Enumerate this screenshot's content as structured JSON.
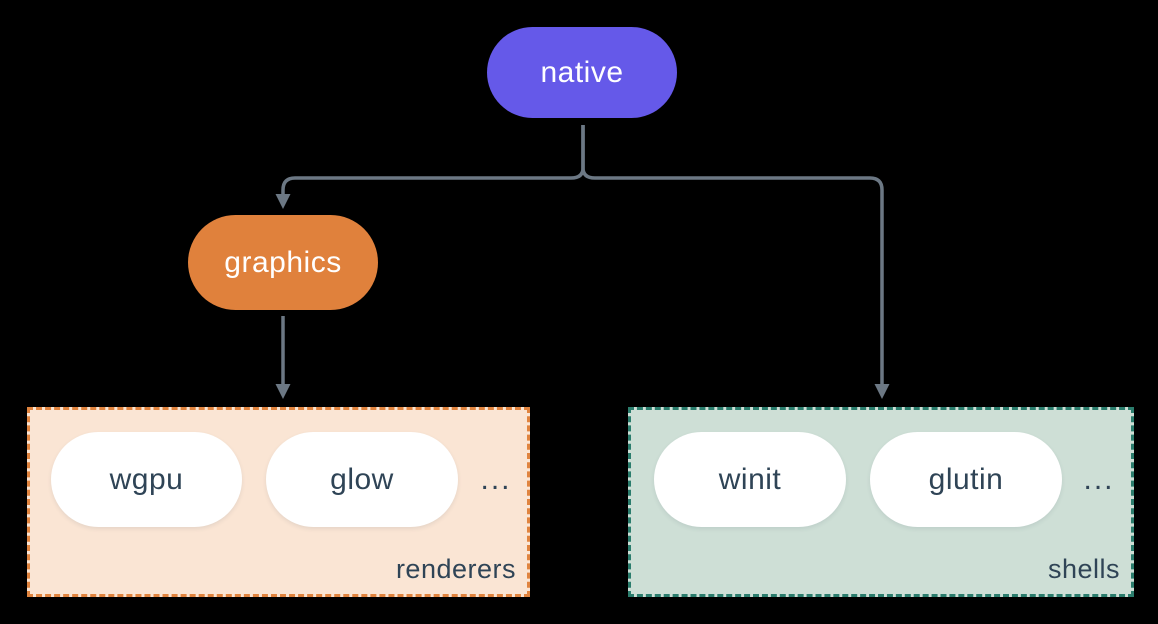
{
  "background_color": "#000000",
  "nodes": {
    "native": {
      "label": "native",
      "fill": "#6559E9",
      "text_color": "#FFFFFF"
    },
    "graphics": {
      "label": "graphics",
      "fill": "#E0813C",
      "text_color": "#FFFFFF"
    }
  },
  "groups": {
    "renderers": {
      "label": "renderers",
      "items": [
        {
          "label": "wgpu"
        },
        {
          "label": "glow"
        }
      ],
      "ellipsis": "...",
      "fill": "#FAE5D4",
      "border_color": "#E0843F",
      "text_color": "#2F4456"
    },
    "shells": {
      "label": "shells",
      "items": [
        {
          "label": "winit"
        },
        {
          "label": "glutin"
        }
      ],
      "ellipsis": "...",
      "fill": "#CEDFD6",
      "border_color": "#2B7D6D",
      "text_color": "#2F4456"
    }
  },
  "item_pill": {
    "fill": "#FFFFFF",
    "text_color": "#2F4456"
  },
  "connectors": {
    "color": "#6C7884",
    "edges": [
      {
        "from": "native",
        "to": "graphics"
      },
      {
        "from": "native",
        "to": "shells"
      },
      {
        "from": "graphics",
        "to": "renderers"
      }
    ]
  }
}
